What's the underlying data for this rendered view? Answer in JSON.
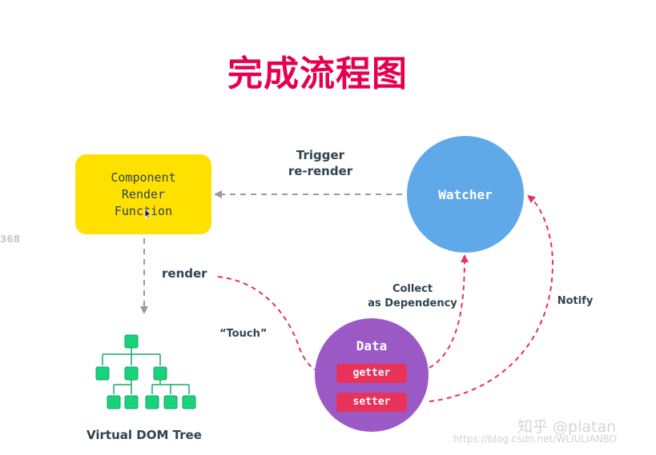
{
  "title": "完成流程图",
  "component_render_function": "Component\nRender\nFunction",
  "watcher": "Watcher",
  "data_node": {
    "label": "Data",
    "getter": "getter",
    "setter": "setter"
  },
  "edges": {
    "trigger": "Trigger\nre-render",
    "render": "render",
    "touch": "“Touch”",
    "collect": "Collect\nas Dependency",
    "notify": "Notify"
  },
  "virtual_dom_tree": "Virtual DOM Tree",
  "edge_number": "368",
  "watermarks": {
    "zhihu": "知乎 @platan",
    "blog": "https://blog.csdn.net/WLIULIANBO"
  },
  "colors": {
    "title": "#e5004f",
    "component_box": "#ffe100",
    "watcher": "#5fa9e8",
    "data": "#9b59c6",
    "pill": "#e8325a",
    "tree_node": "#19d27c",
    "gray_arrow": "#999999",
    "red_arrow": "#e8325a"
  }
}
